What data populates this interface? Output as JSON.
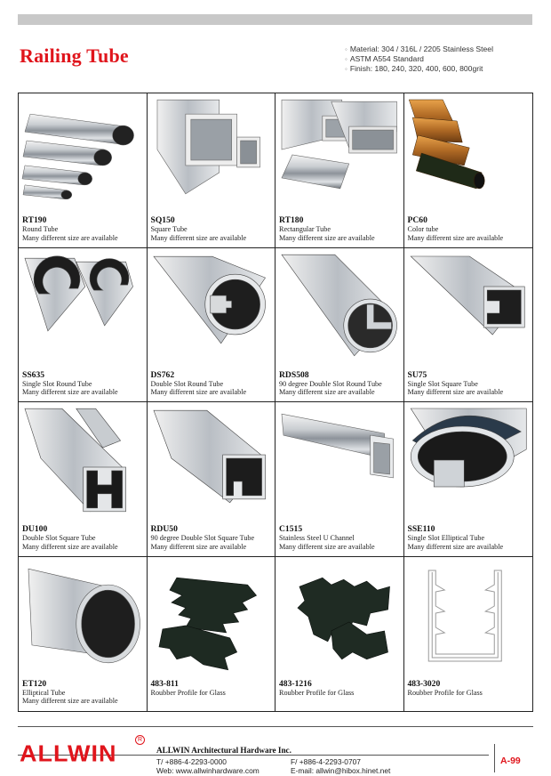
{
  "header": {
    "title": "Railing Tube",
    "specs": [
      "Material: 304 / 316L / 2205 Stainless Steel",
      "ASTM A554 Standard",
      "Finish: 180, 240, 320, 400, 600, 800grit"
    ]
  },
  "products": [
    {
      "code": "RT190",
      "name": "Round Tube",
      "note": "Many different size are available",
      "icon": "round-tube-photo"
    },
    {
      "code": "SQ150",
      "name": "Square Tube",
      "note": "Many different size are available",
      "icon": "square-tube-photo"
    },
    {
      "code": "RT180",
      "name": "Rectangular Tube",
      "note": "Many different size are available",
      "icon": "rectangular-tube-photo"
    },
    {
      "code": "PC60",
      "name": "Color tube",
      "note": "Many different size are available",
      "icon": "color-tube-photo"
    },
    {
      "code": "SS635",
      "name": "Single Slot Round Tube",
      "note": "Many different size are available",
      "icon": "single-slot-round-tube-photo"
    },
    {
      "code": "DS762",
      "name": "Double Slot Round Tube",
      "note": "Many different size are available",
      "icon": "double-slot-round-tube-photo"
    },
    {
      "code": "RDS508",
      "name": "90 degree Double Slot Round Tube",
      "note": "Many different size are available",
      "icon": "90-degree-double-slot-round-tube-photo"
    },
    {
      "code": "SU75",
      "name": "Single Slot Square Tube",
      "note": "Many different size are available",
      "icon": "single-slot-square-tube-photo"
    },
    {
      "code": "DU100",
      "name": "Double Slot Square Tube",
      "note": "Many different size are available",
      "icon": "double-slot-square-tube-photo"
    },
    {
      "code": "RDU50",
      "name": "90 degree Double Slot Square Tube",
      "note": "Many different size are available",
      "icon": "90-degree-double-slot-square-tube-photo"
    },
    {
      "code": "C1515",
      "name": "Stainless Steel U Channel",
      "note": "Many different size are available",
      "icon": "u-channel-photo"
    },
    {
      "code": "SSE110",
      "name": "Single Slot Elliptical Tube",
      "note": "Many different size are available",
      "icon": "single-slot-elliptical-tube-photo"
    },
    {
      "code": "ET120",
      "name": "Elliptical Tube",
      "note": "Many different size are available",
      "icon": "elliptical-tube-photo"
    },
    {
      "code": "483-811",
      "name": "Roubber Profile for Glass",
      "note": "",
      "icon": "rubber-profile-photo"
    },
    {
      "code": "483-1216",
      "name": "Roubber Profile for Glass",
      "note": "",
      "icon": "rubber-profile-photo"
    },
    {
      "code": "483-3020",
      "name": "Roubber Profile for Glass",
      "note": "",
      "icon": "rubber-profile-drawing"
    }
  ],
  "footer": {
    "logo": "ALLWIN",
    "registered": "R",
    "company": "ALLWIN Architectural Hardware Inc.",
    "tel": "T/ +886-4-2293-0000",
    "fax": "F/ +886-4-2293-0707",
    "web": "Web: www.allwinhardware.com",
    "email": "E-mail: allwin@hibox.hinet.net",
    "page": "A-99"
  },
  "colors": {
    "accent": "#e0151c",
    "rule": "#c8c8c8"
  }
}
